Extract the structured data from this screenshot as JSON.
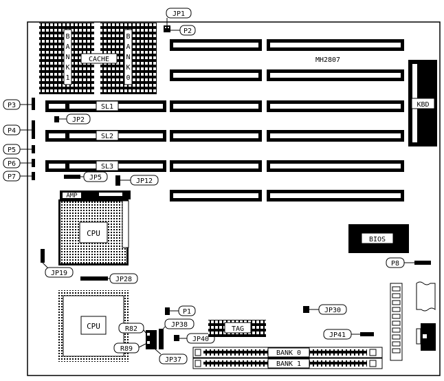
{
  "board": {
    "model": "MH2807",
    "labels": {
      "bank1_vertical": "BANK1",
      "bank0_vertical": "BANK0",
      "cache": "CACHE",
      "sl1": "SL1",
      "sl2": "SL2",
      "sl3": "SL3",
      "kbd": "KBD",
      "bios": "BIOS",
      "amp": "AMP",
      "cpu_socket": "CPU",
      "cpu_chip": "CPU",
      "tag": "TAG",
      "bank0": "BANK 0",
      "bank1": "BANK 1"
    }
  },
  "callouts": {
    "jp1": "JP1",
    "p2": "P2",
    "p3": "P3",
    "p4": "P4",
    "jp2": "JP2",
    "p5": "P5",
    "p6": "P6",
    "p7": "P7",
    "jp5": "JP5",
    "jp12": "JP12",
    "jp19": "JP19",
    "jp28": "JP28",
    "p8": "P8",
    "p1": "P1",
    "jp30": "JP30",
    "r82": "R82",
    "jp38": "JP38",
    "jp40": "JP40",
    "jp41": "JP41",
    "r89": "R89",
    "jp37": "JP37"
  }
}
